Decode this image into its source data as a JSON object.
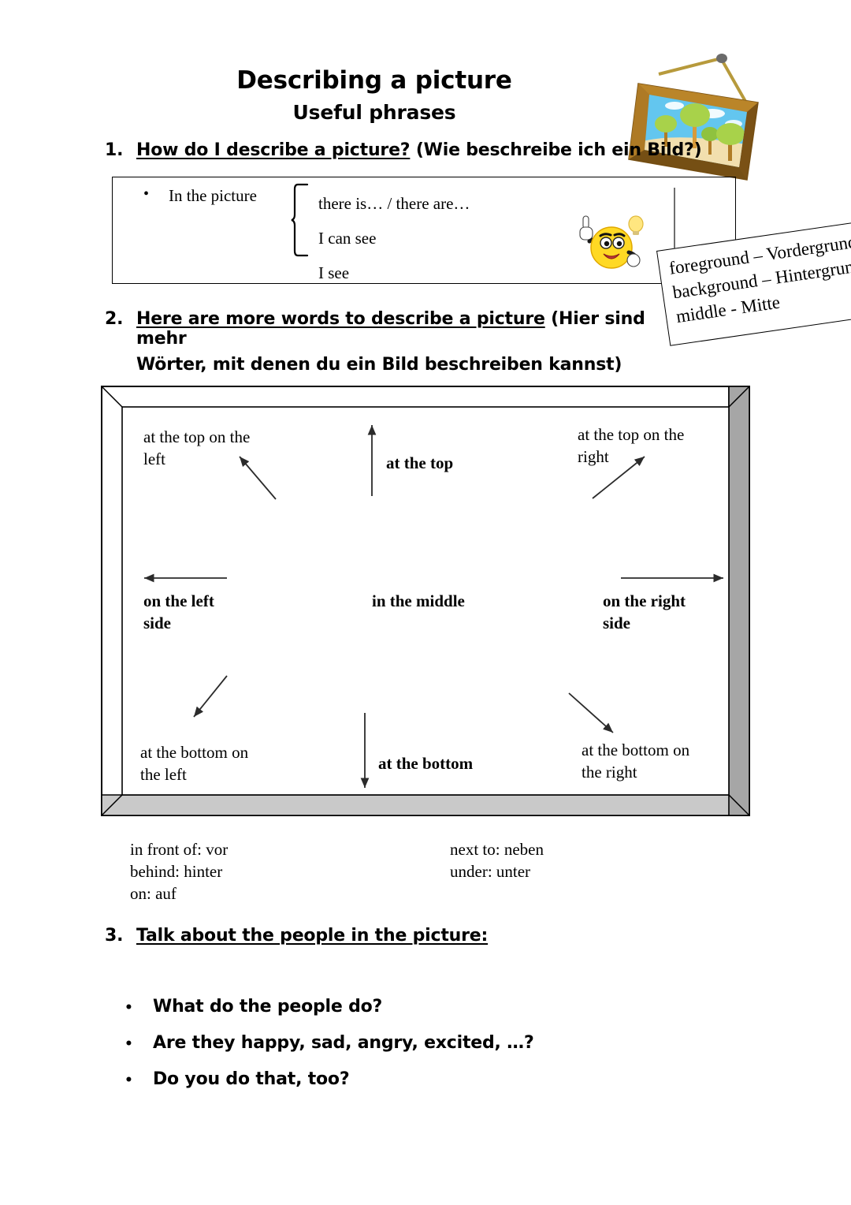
{
  "title": {
    "main": "Describing a picture",
    "sub": "Useful phrases"
  },
  "sections": [
    {
      "number": "1.",
      "heading_underlined": "How do I describe a picture?",
      "heading_rest": " (Wie beschreibe ich ein Bild?)"
    },
    {
      "number": "2.",
      "heading_underlined": "Here are more words to describe a picture",
      "heading_rest": " (Hier sind mehr",
      "heading_line2": "Wörter, mit denen du ein Bild beschreiben kannst)"
    },
    {
      "number": "3.",
      "heading_underlined": "Talk about the people in the picture:",
      "heading_rest": ""
    }
  ],
  "box1": {
    "bullet": "•",
    "left_phrase": "In the picture",
    "options": [
      "there is… / there are…",
      "I can see",
      "I see"
    ]
  },
  "note": {
    "lines": [
      "foreground – Vordergrund",
      "background – Hintergrund",
      "middle - Mitte"
    ]
  },
  "frame_diagram": {
    "labels": {
      "top_left": "at the top on the\nleft",
      "top_center": "at the top",
      "top_right": "at the top on the\nright",
      "middle_left": "on the left\nside",
      "middle_center": "in the middle",
      "middle_right": "on the right\nside",
      "bottom_left": "at the bottom on\nthe left",
      "bottom_center": "at the bottom",
      "bottom_right": "at the bottom on\nthe right"
    },
    "colors": {
      "frame_shadow_right": "#a6a6a6",
      "frame_shadow_bottom": "#c9c9c9",
      "frame_face": "#ffffff",
      "outline": "#000000"
    }
  },
  "vocab": {
    "left_column": [
      "in front of: vor",
      "behind: hinter",
      "on: auf"
    ],
    "right_column": [
      "next to: neben",
      "under: unter"
    ]
  },
  "questions": {
    "bullet": "•",
    "items": [
      "What do the people do?",
      "Are they happy, sad, angry, excited, …?",
      "Do you do that, too?"
    ]
  },
  "clipart": {
    "hanging_picture": {
      "name": "hanging-picture-frame",
      "frame_color": "#9a6a1e",
      "frame_light": "#c08a2b",
      "sky_color": "#63c6ef",
      "ground_color": "#f2dfae",
      "tree_color": "#a8d24a",
      "wire_color": "#b79a3c",
      "nail_color": "#6b6b6b"
    },
    "smiley": {
      "name": "smiley-idea",
      "face_color": "#ffd924",
      "bulb_color": "#ffe680"
    }
  }
}
